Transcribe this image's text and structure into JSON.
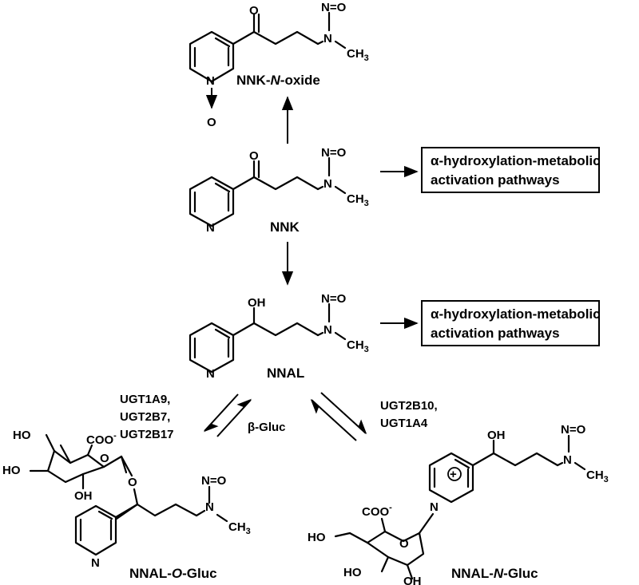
{
  "compounds": {
    "nnk_n_oxide": {
      "label_pre": "NNK-",
      "label_italic": "N",
      "label_post": "-oxide"
    },
    "nnk": {
      "label": "NNK"
    },
    "nnal": {
      "label": "NNAL"
    },
    "nnal_o_gluc": {
      "label_pre": "NNAL-",
      "label_italic": "O",
      "label_post": "-Gluc"
    },
    "nnal_n_gluc": {
      "label_pre": "NNAL-",
      "label_italic": "N",
      "label_post": "-Gluc"
    }
  },
  "atoms": {
    "N": "N",
    "O": "O",
    "OH": "OH",
    "HO": "HO",
    "CH3": "CH",
    "CH3_sub": "3",
    "N_eq_O": "N=O",
    "COO": "COO",
    "COO_sup": "-",
    "plus": "+"
  },
  "pathway_boxes": [
    {
      "line1": "α-hydroxylation-metabolic",
      "line2": "activation pathways"
    },
    {
      "line1": "α-hydroxylation-metabolic",
      "line2": "activation pathways"
    }
  ],
  "enzymes": {
    "left": [
      "UGT1A9,",
      "UGT2B7,",
      "UGT2B17"
    ],
    "left_reverse": "β-Gluc",
    "right": [
      "UGT2B10,",
      "UGT1A4"
    ]
  }
}
